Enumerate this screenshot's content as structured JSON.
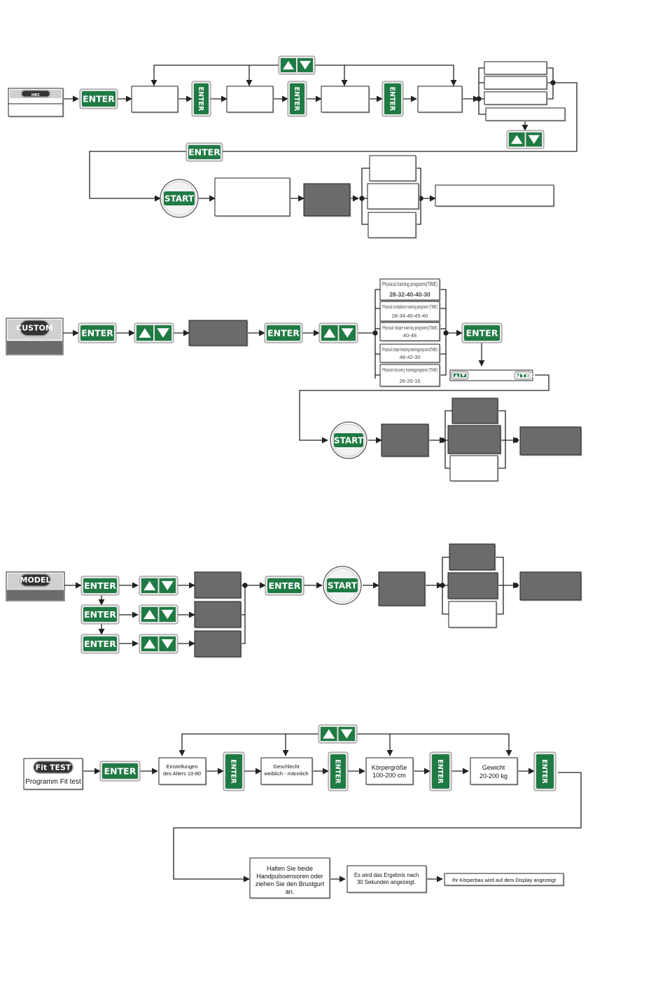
{
  "colors": {
    "button_green": "#1f7a44",
    "button_border": "#8a8a8a",
    "dark_box": "#6b6b6b",
    "line": "#222222"
  },
  "buttons": {
    "enter": "ENTER",
    "start": "START",
    "updown_icon": "up-down-arrow-keys"
  },
  "hrc": {
    "mode_button": "HRC"
  },
  "custom": {
    "mode_button": "CUSTOM",
    "programs": [
      {
        "title": "Physical training programs(TIME)",
        "values": "28-32-40-40-30"
      },
      {
        "title": "Physical compliance training programs (TIME)",
        "values": "28-34-40-45-40"
      },
      {
        "title": "Physical shape training programs(TIME)",
        "values": "40-48"
      },
      {
        "title": "Physical shape keeping trainingprograms(TIME)",
        "values": "48-42-30"
      },
      {
        "title": "Physical recovery trainingprograms (TIME)",
        "values": "26-20-16"
      }
    ]
  },
  "model": {
    "mode_button": "MODEL"
  },
  "fittest": {
    "mode_button": "Fit TEST",
    "mode_label": "Programm Fit test",
    "step_age": [
      "Einstellungen",
      "des Alters 10-80"
    ],
    "step_gender": [
      "Geschlecht",
      "weiblich - männlich"
    ],
    "step_height": [
      "Körpergröße",
      "100-200 cm"
    ],
    "step_weight": [
      "Gewicht",
      "20-200 kg"
    ],
    "step_hold": [
      "Halten Sie beide",
      "Handpulssensoren oder",
      "ziehen Sie den Brustgurt",
      "an."
    ],
    "step_result": [
      "Es wird das Ergebnis nach",
      "30 Sekunden angezeigt."
    ],
    "step_display": "Ihr Körperbau wird auf dem Display angezeigt"
  }
}
